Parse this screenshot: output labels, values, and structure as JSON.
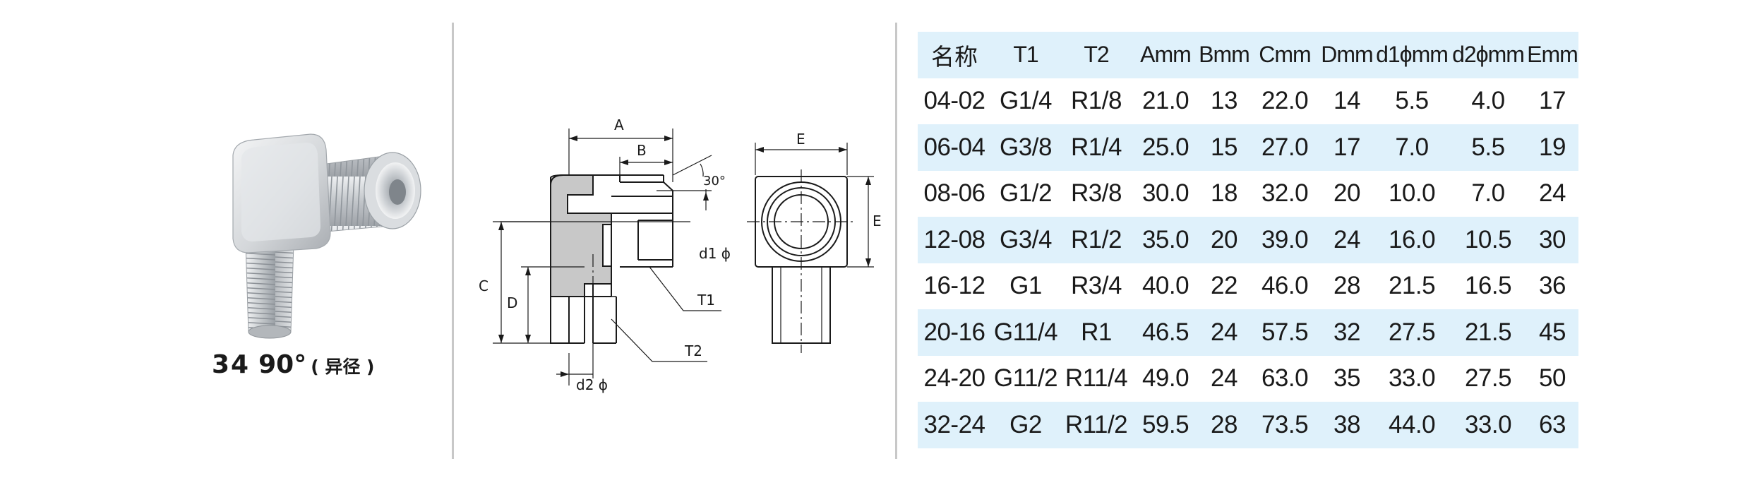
{
  "product": {
    "model": "34",
    "angle": "90°",
    "note": "( 异径 )"
  },
  "drawing": {
    "labels": {
      "A": "A",
      "B": "B",
      "C": "C",
      "D": "D",
      "E_top": "E",
      "E_side": "E",
      "T1": "T1",
      "T2": "T2",
      "d1": "d1 ϕ",
      "d2": "d2 ϕ",
      "angle": "30°"
    }
  },
  "table": {
    "headers": [
      "名称",
      "T1",
      "T2",
      "Amm",
      "Bmm",
      "Cmm",
      "Dmm",
      "d1ϕmm",
      "d2ϕmm",
      "Emm"
    ],
    "rows": [
      [
        "04-02",
        "G1/4",
        "R1/8",
        "21.0",
        "13",
        "22.0",
        "14",
        "5.5",
        "4.0",
        "17"
      ],
      [
        "06-04",
        "G3/8",
        "R1/4",
        "25.0",
        "15",
        "27.0",
        "17",
        "7.0",
        "5.5",
        "19"
      ],
      [
        "08-06",
        "G1/2",
        "R3/8",
        "30.0",
        "18",
        "32.0",
        "20",
        "10.0",
        "7.0",
        "24"
      ],
      [
        "12-08",
        "G3/4",
        "R1/2",
        "35.0",
        "20",
        "39.0",
        "24",
        "16.0",
        "10.5",
        "30"
      ],
      [
        "16-12",
        "G1",
        "R3/4",
        "40.0",
        "22",
        "46.0",
        "28",
        "21.5",
        "16.5",
        "36"
      ],
      [
        "20-16",
        "G11/4",
        "R1",
        "46.5",
        "24",
        "57.5",
        "32",
        "27.5",
        "21.5",
        "45"
      ],
      [
        "24-20",
        "G11/2",
        "R11/4",
        "49.0",
        "24",
        "63.0",
        "35",
        "33.0",
        "27.5",
        "50"
      ],
      [
        "32-24",
        "G2",
        "R11/2",
        "59.5",
        "28",
        "73.5",
        "38",
        "44.0",
        "33.0",
        "63"
      ]
    ]
  },
  "colors": {
    "band": "#dff1fb",
    "divider": "#c8c8c8",
    "section_fill": "#c8c8c8"
  }
}
